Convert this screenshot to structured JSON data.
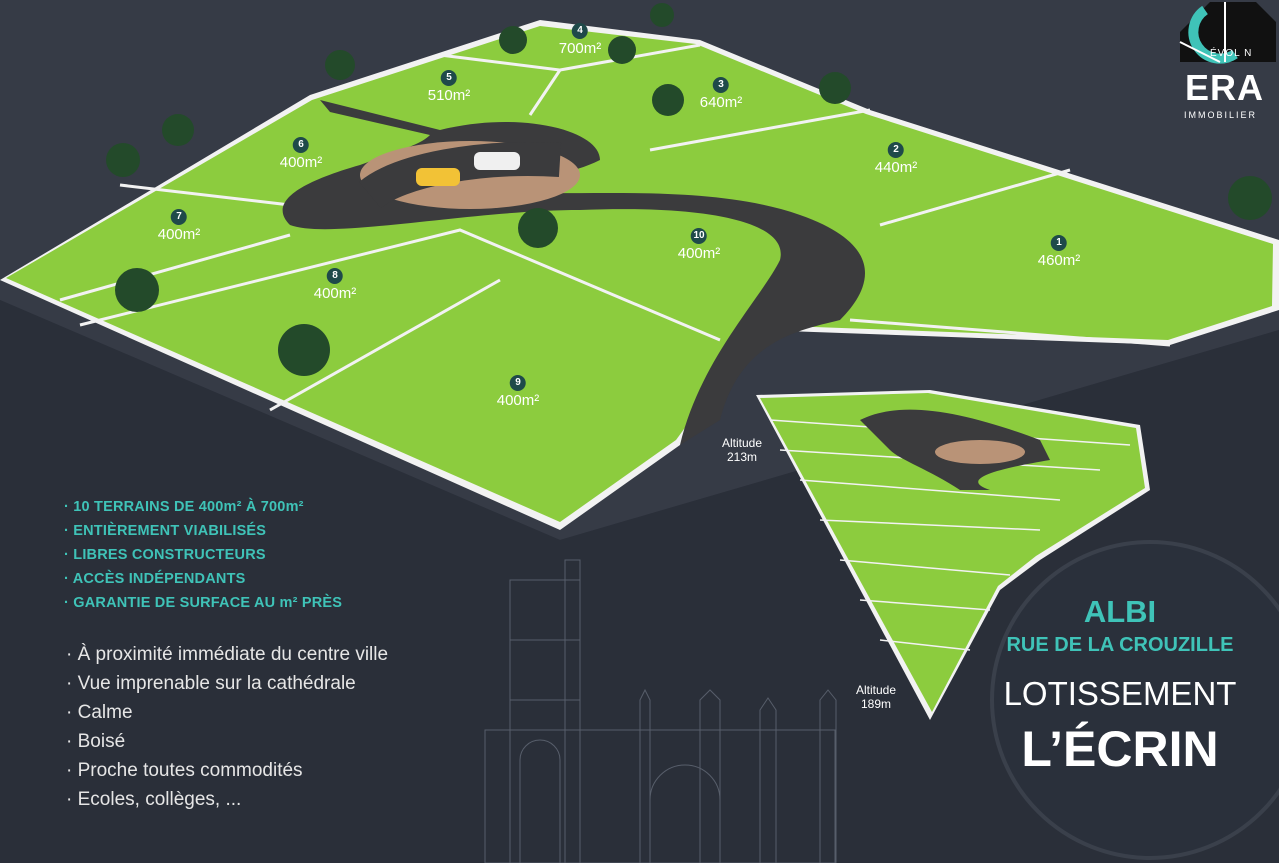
{
  "plots": [
    {
      "num": "1",
      "area": "460m²"
    },
    {
      "num": "2",
      "area": "440m²"
    },
    {
      "num": "3",
      "area": "640m²"
    },
    {
      "num": "4",
      "area": "700m²"
    },
    {
      "num": "5",
      "area": "510m²"
    },
    {
      "num": "6",
      "area": "400m²"
    },
    {
      "num": "7",
      "area": "400m²"
    },
    {
      "num": "8",
      "area": "400m²"
    },
    {
      "num": "9",
      "area": "400m²"
    },
    {
      "num": "10",
      "area": "400m²"
    }
  ],
  "altitudes": [
    {
      "label": "Altitude",
      "value": "213m"
    },
    {
      "label": "Altitude",
      "value": "189m"
    }
  ],
  "features": [
    "· 10 TERRAINS DE 400m² À 700m²",
    "· ENTIÈREMENT VIABILISÉS",
    "· LIBRES CONSTRUCTEURS",
    "· ACCÈS INDÉPENDANTS",
    "· GARANTIE DE SURFACE AU m² PRÈS"
  ],
  "perks": [
    "· À proximité immédiate du centre ville",
    "· Vue imprenable sur la cathédrale",
    "· Calme",
    "· Boisé",
    "· Proche toutes commodités",
    "· Ecoles, collèges, ..."
  ],
  "badge": {
    "city": "ALBI",
    "street": "RUE DE LA CROUZILLE",
    "kind": "LOTISSEMENT",
    "name": "L’ÉCRIN"
  },
  "logo": {
    "brand": "ERA",
    "sub": "IMMOBILIER",
    "tag": "ÉVOL N"
  },
  "colors": {
    "grass": "#8ccc3e",
    "road": "#3b3b3d",
    "accent": "#3fc3b8",
    "background": "#2c313c"
  }
}
